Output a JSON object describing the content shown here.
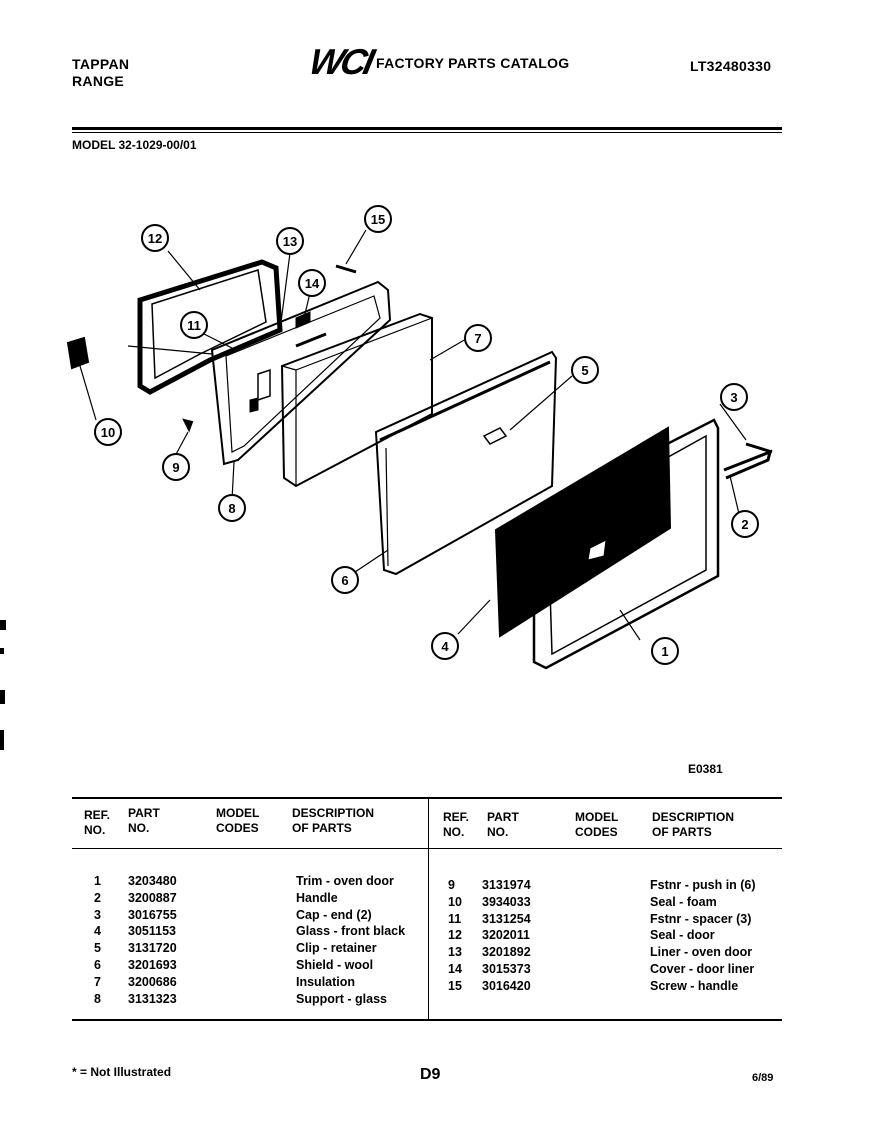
{
  "header": {
    "brand_line1": "TAPPAN",
    "brand_line2": "RANGE",
    "logo_text": "WCI",
    "catalog_title": "FACTORY PARTS CATALOG",
    "catalog_number": "LT32480330",
    "model_label": "MODEL 32-1029-00/01"
  },
  "diagram": {
    "figure_code": "E0381",
    "callouts": [
      "1",
      "2",
      "3",
      "4",
      "5",
      "6",
      "7",
      "8",
      "9",
      "10",
      "11",
      "12",
      "13",
      "14",
      "15"
    ]
  },
  "table": {
    "col_ref": [
      "REF.",
      "NO."
    ],
    "col_part": [
      "PART",
      "NO."
    ],
    "col_model": [
      "MODEL",
      "CODES"
    ],
    "col_desc": [
      "DESCRIPTION",
      "OF PARTS"
    ],
    "left_rows": [
      {
        "ref": "1",
        "part": "3203480",
        "desc": "Trim - oven door"
      },
      {
        "ref": "2",
        "part": "3200887",
        "desc": "Handle"
      },
      {
        "ref": "3",
        "part": "3016755",
        "desc": "Cap - end (2)"
      },
      {
        "ref": "4",
        "part": "3051153",
        "desc": "Glass - front black"
      },
      {
        "ref": "5",
        "part": "3131720",
        "desc": "Clip - retainer"
      },
      {
        "ref": "6",
        "part": "3201693",
        "desc": "Shield - wool"
      },
      {
        "ref": "7",
        "part": "3200686",
        "desc": "Insulation"
      },
      {
        "ref": "8",
        "part": "3131323",
        "desc": "Support - glass"
      }
    ],
    "right_rows": [
      {
        "ref": "9",
        "part": "3131974",
        "desc": "Fstnr - push in (6)"
      },
      {
        "ref": "10",
        "part": "3934033",
        "desc": "Seal - foam"
      },
      {
        "ref": "11",
        "part": "3131254",
        "desc": "Fstnr - spacer (3)"
      },
      {
        "ref": "12",
        "part": "3202011",
        "desc": "Seal - door"
      },
      {
        "ref": "13",
        "part": "3201892",
        "desc": "Liner - oven door"
      },
      {
        "ref": "14",
        "part": "3015373",
        "desc": "Cover - door liner"
      },
      {
        "ref": "15",
        "part": "3016420",
        "desc": "Screw - handle"
      }
    ]
  },
  "footer": {
    "note": "* = Not Illustrated",
    "page_code": "D9",
    "date": "6/89"
  }
}
